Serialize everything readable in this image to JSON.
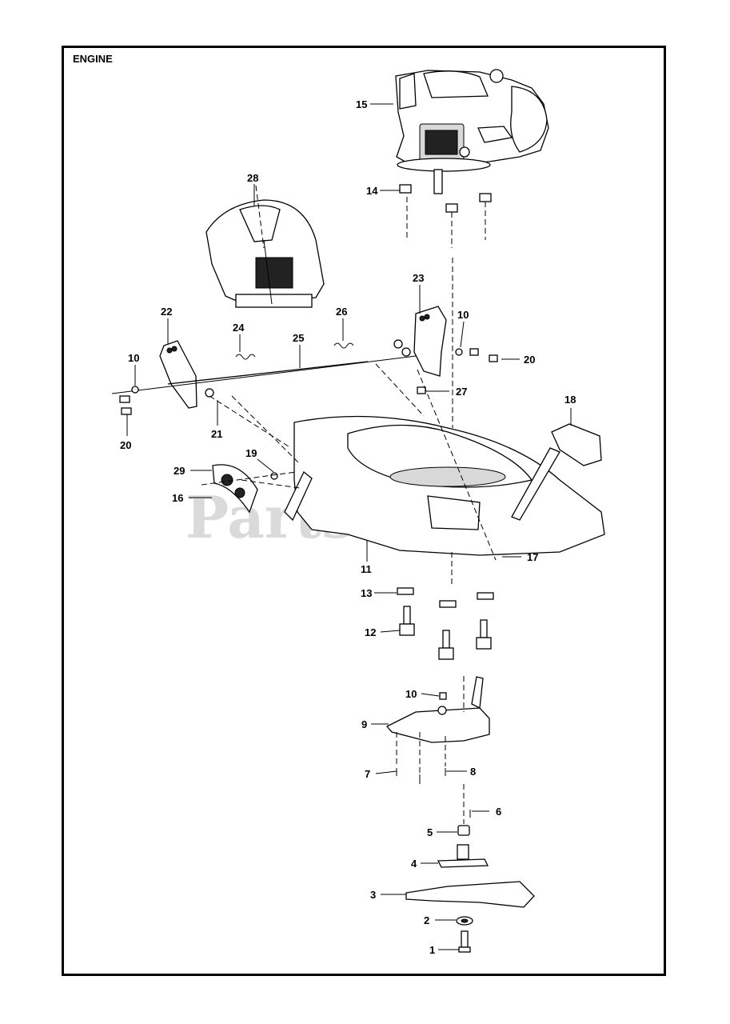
{
  "title": "ENGINE",
  "watermark": "PartsTree",
  "callouts": [
    "1",
    "2",
    "3",
    "4",
    "5",
    "6",
    "7",
    "8",
    "9",
    "10",
    "10",
    "10",
    "11",
    "12",
    "13",
    "14",
    "15",
    "16",
    "17",
    "18",
    "19",
    "20",
    "20",
    "21",
    "22",
    "23",
    "24",
    "25",
    "26",
    "27",
    "28",
    "29"
  ]
}
